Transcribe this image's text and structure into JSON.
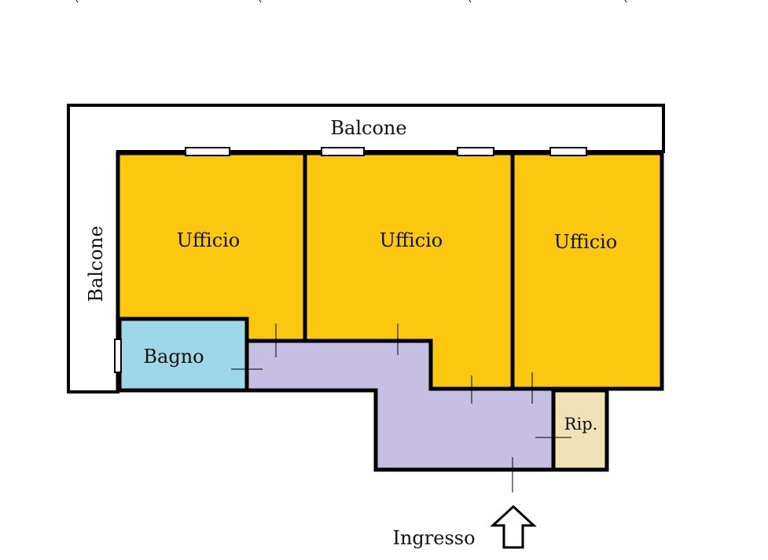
{
  "labels": {
    "balcony_top": "Balcone",
    "balcony_left": "Balcone",
    "office_1": "Ufficio",
    "office_2": "Ufficio",
    "office_3": "Ufficio",
    "bathroom": "Bagno",
    "storage": "Rip.",
    "entrance": "Ingresso"
  },
  "colors": {
    "office": "#fcc70f",
    "bathroom": "#9ed8e8",
    "corridor": "#c6bfe3",
    "storage": "#f0e2b4",
    "wall": "#000000",
    "balcony": "#ffffff"
  },
  "icons": {
    "entrance_arrow": "arrow-up-outline-icon"
  }
}
